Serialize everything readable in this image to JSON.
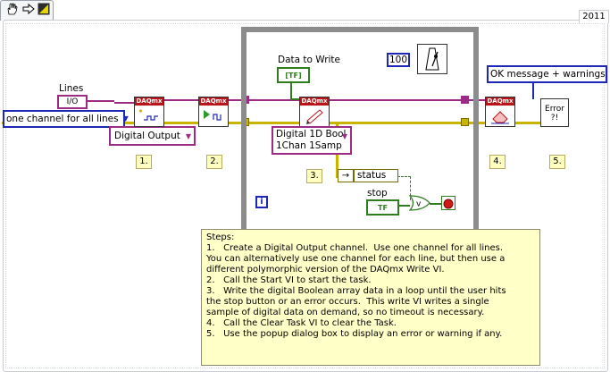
{
  "toolbar": {
    "run_icon": "run-continuously-arrow",
    "year": "2011"
  },
  "controls": {
    "lines_label": "Lines",
    "lines_value": "I/O",
    "line_grouping": "one channel for all lines",
    "channel_type": "Digital Output",
    "data_to_write_label": "Data to Write",
    "data_to_write_value": "[TF]",
    "wait_ms": "100",
    "write_type_line1": "Digital 1D Bool",
    "write_type_line2": "1Chan 1Samp",
    "status_label": "status",
    "stop_label": "stop",
    "stop_value": "TF",
    "dialog_type": "OK message + warnings",
    "loop_iteration": "i"
  },
  "nodes": {
    "create_channel": "DAQmx",
    "start_task": "DAQmx",
    "write": "DAQmx",
    "clear_task": "DAQmx",
    "error_handler": "Error ?!"
  },
  "steps_labels": [
    "1.",
    "2.",
    "3.",
    "4.",
    "5."
  ],
  "notes": {
    "title": "Steps:",
    "lines": [
      "1.   Create a Digital Output channel.  Use one channel for all lines.",
      "You can alternatively use one channel for each line, but then use a",
      "different polymorphic version of the DAQmx Write VI.",
      "2.   Call the Start VI to start the task.",
      "3.   Write the digital Boolean array data in a loop until the user hits",
      "the stop button or an error occurs.  This write VI writes a single",
      "sample of digital data on demand, so no timeout is necessary.",
      "4.   Call the Clear Task VI to clear the Task.",
      "5.   Use the popup dialog box to display an error or warning if any."
    ]
  },
  "colors": {
    "error_wire": "#c9b400",
    "task_wire": "#9d2b86",
    "bool_wire": "#2f7d1f",
    "daqmx_red": "#b8141a",
    "ring_blue": "#1d28b8",
    "loop_gray": "#8c8c8c",
    "note_yellow": "#ffffc8"
  }
}
